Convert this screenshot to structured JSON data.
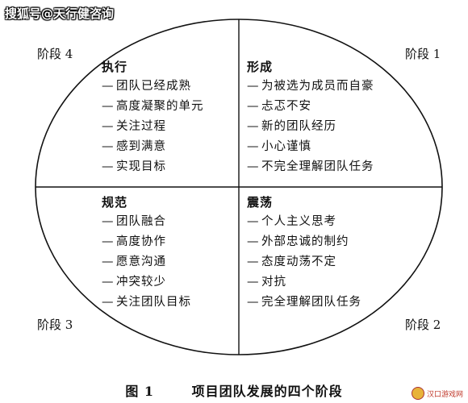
{
  "watermark": "搜狐号@天行健咨询",
  "stages": {
    "top_left": "阶段 4",
    "top_right": "阶段 1",
    "bottom_left": "阶段 3",
    "bottom_right": "阶段 2"
  },
  "quadrants": {
    "top_left": {
      "title": "执行",
      "items": [
        "团队已经成熟",
        "高度凝聚的单元",
        "关注过程",
        "感到满意",
        "实现目标"
      ]
    },
    "top_right": {
      "title": "形成",
      "items": [
        "为被选为成员而自豪",
        "忐忑不安",
        "新的团队经历",
        "小心谨慎",
        "不完全理解团队任务"
      ]
    },
    "bottom_left": {
      "title": "规范",
      "items": [
        "团队融合",
        "高度协作",
        "愿意沟通",
        "冲突较少",
        "关注团队目标"
      ]
    },
    "bottom_right": {
      "title": "震荡",
      "items": [
        "个人主义思考",
        "外部忠诚的制约",
        "态度动荡不定",
        "对抗",
        "完全理解团队任务"
      ]
    }
  },
  "caption": {
    "figure_number": "图 1",
    "title": "项目团队发展的四个阶段"
  },
  "corner_logo": "汉口游戏网",
  "dash_glyph": "—"
}
